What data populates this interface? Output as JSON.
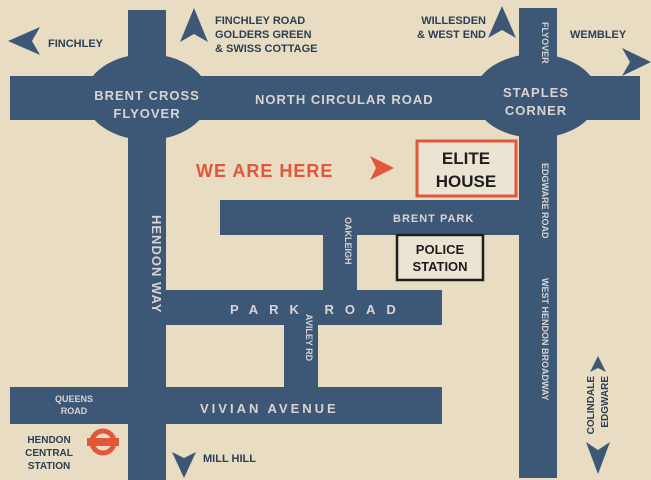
{
  "destinations": {
    "finchley": "FINCHLEY",
    "finchley_road": [
      "FINCHLEY ROAD",
      "GOLDERS GREEN",
      "& SWISS COTTAGE"
    ],
    "willesden": [
      "WILLESDEN",
      "& WEST END"
    ],
    "wembley": "WEMBLEY",
    "mill_hill": "MILL HILL",
    "colindale": [
      "COLINDALE",
      "EDGWARE"
    ]
  },
  "roads": {
    "north_circular": "NORTH CIRCULAR ROAD",
    "brent_cross": [
      "BRENT CROSS",
      "FLYOVER"
    ],
    "staples_corner": [
      "STAPLES",
      "CORNER"
    ],
    "flyover": "FLYOVER",
    "hendon_way": "HENDON WAY",
    "edgware_road": "EDGWARE ROAD",
    "brent_park": "BRENT PARK",
    "oakleigh": "OAKLEIGH",
    "park_road": "PARK ROAD",
    "aviley_rd": "AVILEY RD",
    "vivian_avenue": "VIVIAN AVENUE",
    "queens_road": [
      "QUEENS",
      "ROAD"
    ],
    "west_hendon_broadway": "WEST HENDON BROADWAY"
  },
  "landmarks": {
    "we_are_here": "WE ARE HERE",
    "elite_house": [
      "ELITE",
      "HOUSE"
    ],
    "police_station": [
      "POLICE",
      "STATION"
    ],
    "hendon_central": [
      "HENDON",
      "CENTRAL",
      "STATION"
    ]
  },
  "colors": {
    "background": "#e8dcc2",
    "road": "#3d5876",
    "highlight": "#e2563a"
  }
}
